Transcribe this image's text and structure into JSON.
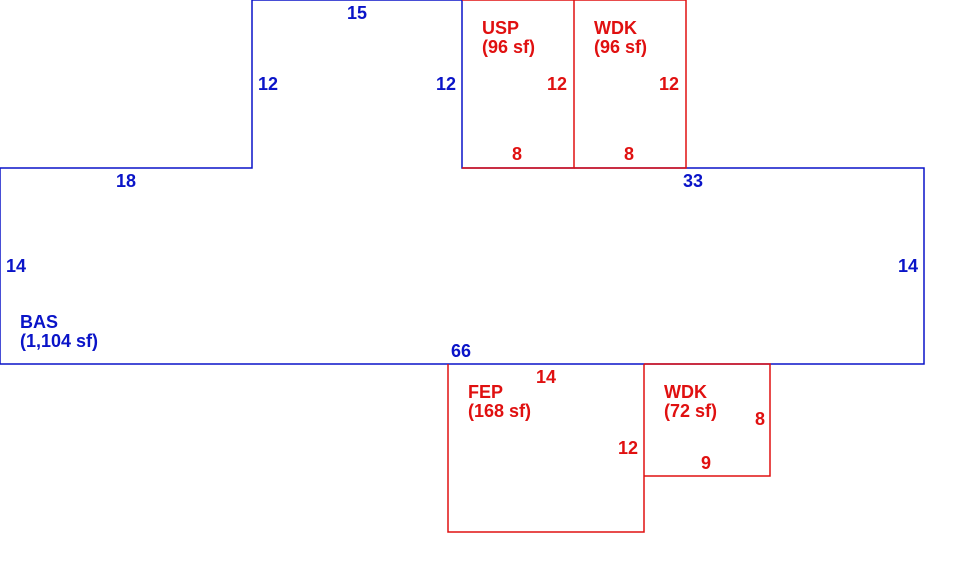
{
  "colors": {
    "main": "#0a14c8",
    "addition": "#e01010",
    "background": "#ffffff"
  },
  "areas": {
    "bas": {
      "code": "BAS",
      "area": "(1,104 sf)"
    },
    "usp": {
      "code": "USP",
      "area": "(96 sf)"
    },
    "wdk_top": {
      "code": "WDK",
      "area": "(96 sf)"
    },
    "fep": {
      "code": "FEP",
      "area": "(168 sf)"
    },
    "wdk_bottom": {
      "code": "WDK",
      "area": "(72 sf)"
    }
  },
  "dimensions": {
    "bas_top_step": "15",
    "bas_step_left_height": "12",
    "bas_step_right_height": "12",
    "bas_top_left": "18",
    "bas_top_right": "33",
    "bas_left": "14",
    "bas_right": "14",
    "bas_bottom": "66",
    "usp_right": "12",
    "usp_bottom": "8",
    "wdk_top_right": "12",
    "wdk_top_bottom": "8",
    "fep_top": "14",
    "fep_right": "12",
    "wdk_bottom_right": "8",
    "wdk_bottom_bottom": "9"
  }
}
